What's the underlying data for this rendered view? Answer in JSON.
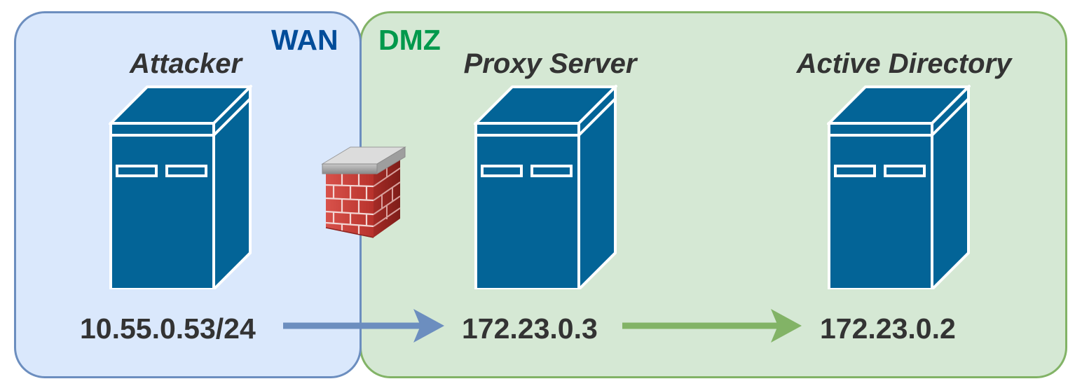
{
  "zones": {
    "wan": {
      "label": "WAN",
      "fill": "#dae8fc",
      "stroke": "#6c8ebf",
      "label_color": "#004c99"
    },
    "dmz": {
      "label": "DMZ",
      "fill": "#d5e8d4",
      "stroke": "#82b366",
      "label_color": "#00994c"
    }
  },
  "nodes": {
    "attacker": {
      "title": "Attacker",
      "ip": "10.55.0.53/24",
      "icon": "server-icon"
    },
    "proxy": {
      "title": "Proxy Server",
      "ip": "172.23.0.3",
      "icon": "server-icon"
    },
    "active_directory": {
      "title": "Active Directory",
      "ip": "172.23.0.2",
      "icon": "server-icon"
    }
  },
  "firewall": {
    "icon": "firewall-icon"
  },
  "edges": [
    {
      "from": "attacker",
      "to": "proxy",
      "color": "#6c8ebf"
    },
    {
      "from": "proxy",
      "to": "active_directory",
      "color": "#82b366"
    }
  ],
  "colors": {
    "server_fill": "#036497",
    "text": "#333333"
  }
}
